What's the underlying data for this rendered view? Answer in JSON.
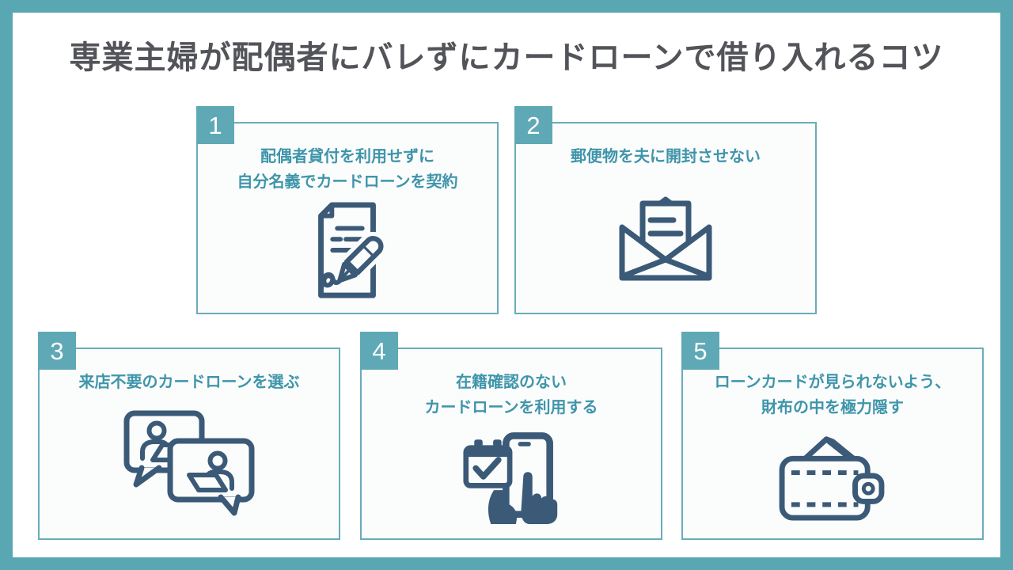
{
  "title": "専業主婦が配偶者にバレずにカードローンで借り入れるコツ",
  "colors": {
    "frame_teal": "#5aa7b4",
    "badge_teal": "#5fa9b6",
    "box_border_teal": "#6aacb9",
    "box_background": "#fbfcfc",
    "tip_text_teal": "#3f95aa",
    "title_gray": "#525459",
    "icon_navy": "#3b5a77"
  },
  "tips": [
    {
      "number": "1",
      "line1": "配偶者貸付を利用せずに",
      "line2": "自分名義でカードローンを契約",
      "icon": "contract-signing-icon"
    },
    {
      "number": "2",
      "line1": "郵便物を夫に開封させない",
      "line2": "",
      "icon": "open-mail-icon"
    },
    {
      "number": "3",
      "line1": "来店不要のカードローンを選ぶ",
      "line2": "",
      "icon": "chat-bubbles-icon"
    },
    {
      "number": "4",
      "line1": "在籍確認のない",
      "line2": "カードローンを利用する",
      "icon": "smartphone-tap-icon"
    },
    {
      "number": "5",
      "line1": "ローンカードが見られないよう、",
      "line2": "財布の中を極力隠す",
      "icon": "wallet-icon"
    }
  ]
}
